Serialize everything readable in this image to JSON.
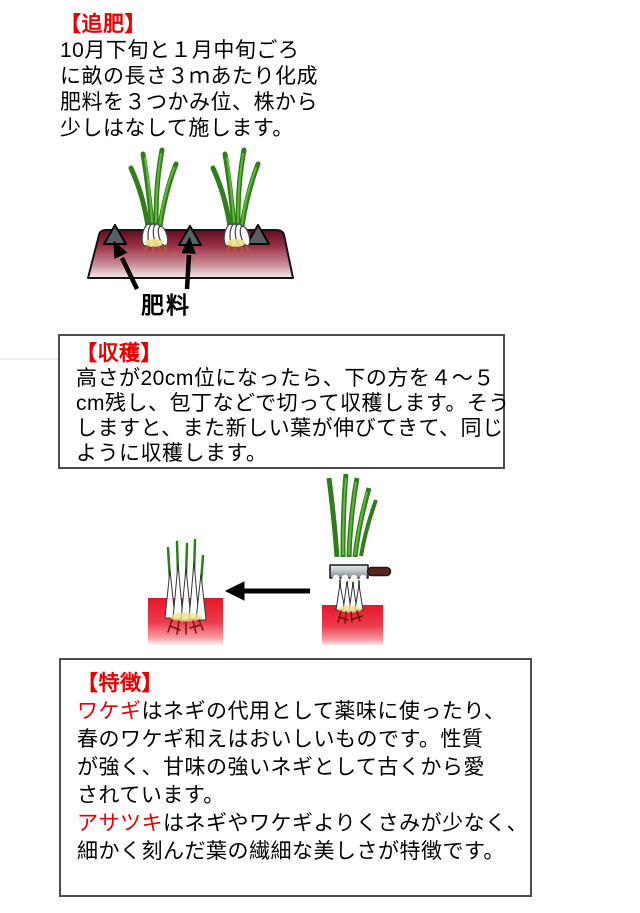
{
  "topdressing": {
    "title": "【追肥】",
    "lines": [
      "10月下旬と１月中旬ごろ",
      "に畝の長さ３ｍあたり化成",
      "肥料を３つかみ位、株から",
      "少しはなして施します。"
    ],
    "fertilizer_label": "肥料"
  },
  "harvest": {
    "title": "【収穫】",
    "lines": [
      "高さが20cm位になったら、下の方を４～５",
      "cm残し、包丁などで切って収穫します。そう",
      "しますと、また新しい葉が伸びてきて、同じ",
      "ように収穫します。"
    ]
  },
  "features": {
    "title": "【特徴】",
    "lines": [
      {
        "red": "ワケギ",
        "text": "はネギの代用として薬味に使ったり、"
      },
      {
        "red": "",
        "text": "春のワケギ和えはおいしいものです。性質"
      },
      {
        "red": "",
        "text": "が強く、甘味の強いネギとして古くから愛"
      },
      {
        "red": "",
        "text": "されています。"
      },
      {
        "red": "アサツキ",
        "text": "はネギやワケギよりくさみが少なく、"
      },
      {
        "red": "",
        "text": "細かく刻んだ葉の繊細な美しさが特徴です。"
      }
    ]
  },
  "colors": {
    "accent_red": "#e60000",
    "leaf_green": "#2f7d1d",
    "leaf_light_green": "#5fb637",
    "soil_maroon": "#5e0c20",
    "soil_bright_red": "#e5172a",
    "fertilizer_gray": "#566066",
    "knife_handle_brown": "#5a241a"
  }
}
